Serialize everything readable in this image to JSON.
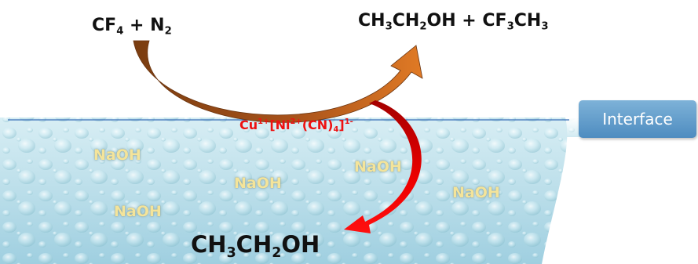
{
  "reactants": {
    "cf_symbol": "CF",
    "cf_subscript": "4",
    "plus": "+",
    "n_symbol": "N",
    "n_subscript": "2"
  },
  "products": {
    "ch_a": "CH",
    "ch_a_sub": "3",
    "ch_b": "CH",
    "ch_b_sub": "2",
    "oh": "OH",
    "plus": "+",
    "cf": "CF",
    "cf_sub": "3",
    "ch_c": "CH",
    "ch_c_sub": "3"
  },
  "catalyst": {
    "cu": "Cu",
    "cu_charge": "1+",
    "open_bracket": "[Ni",
    "ni_charge": "2+",
    "ligand_open": "(CN)",
    "ligand_count": "4",
    "close_bracket": "]",
    "overall_charge": "1-"
  },
  "bottom_product": {
    "ch_a": "CH",
    "ch_a_sub": "3",
    "ch_b": "CH",
    "ch_b_sub": "2",
    "oh": "OH"
  },
  "solution_labels": [
    "NaOH",
    "NaOH",
    "NaOH",
    "NaOH",
    "NaOH"
  ],
  "interface": {
    "label": "Interface"
  },
  "colors": {
    "arrow_brown": "#8b4513",
    "arrow_orange": "#d2691e",
    "arrow_red": "#e00000",
    "interface_line": "#3a70b8",
    "catalyst_text": "#e11111",
    "solution_text": "#f4e49a",
    "water": "#bfe3ee"
  }
}
